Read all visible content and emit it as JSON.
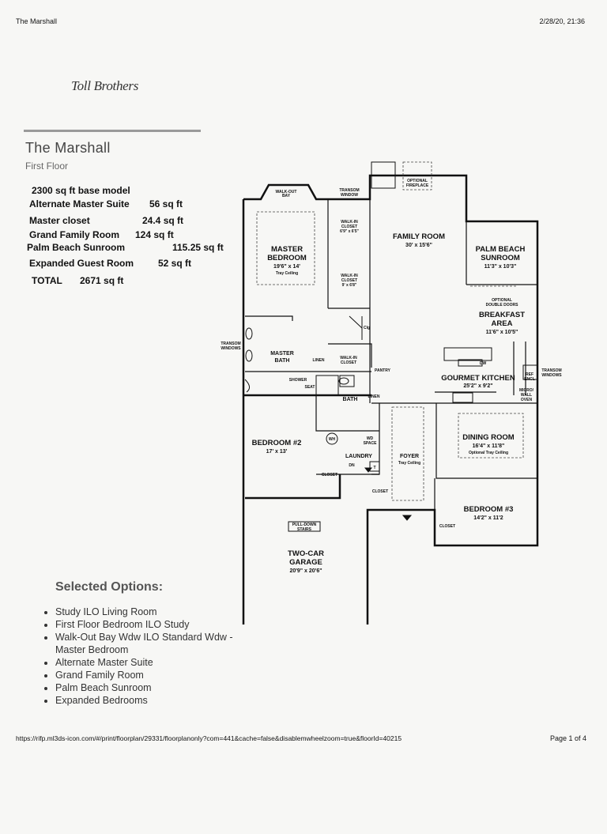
{
  "header": {
    "left": "The Marshall",
    "right": "2/28/20, 21:36"
  },
  "brand": "Toll Brothers",
  "title": "The Marshall",
  "subtitle": "First Floor",
  "specs": [
    {
      "name": "2300 sq ft base model",
      "value": ""
    },
    {
      "name": "Alternate Master Suite",
      "value": "56 sq ft"
    },
    {
      "name": "Master closet",
      "value": "24.4 sq ft"
    },
    {
      "name": "Grand Family Room",
      "value": "124 sq ft"
    },
    {
      "name": "Palm Beach Sunroom",
      "value": "115.25 sq ft"
    },
    {
      "name": "Expanded Guest Room",
      "value": "52 sq ft"
    },
    {
      "name": "TOTAL",
      "value": "2671 sq ft"
    }
  ],
  "options": {
    "title": "Selected Options:",
    "items": [
      "Study ILO Living Room",
      "First Floor Bedroom ILO Study",
      "Walk-Out Bay Wdw ILO Standard Wdw - Master Bedroom",
      "Alternate Master Suite",
      "Grand Family Room",
      "Palm Beach Sunroom",
      "Expanded Bedrooms"
    ]
  },
  "plan": {
    "master_bedroom": {
      "name1": "MASTER",
      "name2": "BEDROOM",
      "dims": "19'6\" x 14'",
      "note": "Tray Ceiling"
    },
    "family_room": {
      "name": "FAMILY ROOM",
      "dims": "30' x 15'6\""
    },
    "sunroom": {
      "name1": "PALM BEACH",
      "name2": "SUNROOM",
      "dims": "11'3\" x 10'3\""
    },
    "breakfast": {
      "name1": "BREAKFAST",
      "name2": "AREA",
      "dims": "11'6\" x 10'5\""
    },
    "kitchen": {
      "name": "GOURMET KITCHEN",
      "dims": "25'2\" x 9'2\""
    },
    "master_bath": {
      "name1": "MASTER",
      "name2": "BATH"
    },
    "bath": "BATH",
    "bedroom2": {
      "name": "BEDROOM #2",
      "dims": "17' x 13'"
    },
    "laundry": "LAUNDRY",
    "foyer": {
      "name": "FOYER",
      "note": "Tray Ceiling"
    },
    "dining": {
      "name": "DINING ROOM",
      "dims": "16'4\" x 11'8\"",
      "note": "Optional Tray Ceiling"
    },
    "bedroom3": {
      "name": "BEDROOM #3",
      "dims": "14'2\" x 11'2"
    },
    "garage": {
      "name1": "TWO-CAR",
      "name2": "GARAGE",
      "dims": "20'9\" x 20'6\""
    },
    "walkout_bay1": "WALK-OUT",
    "walkout_bay2": "BAY",
    "transom_top1": "TRANSOM",
    "transom_top2": "WINDOW",
    "walkin1_a": "WALK-IN",
    "walkin1_b": "CLOSET",
    "walkin1_dims": "6'9\" x 6'5\"",
    "walkin2_a": "WALK-IN",
    "walkin2_b": "CLOSET",
    "walkin2_dims": "9' x 6'8\"",
    "walkin3_a": "WALK-IN",
    "walkin3_b": "CLOSET",
    "transom_left1": "TRANSOM",
    "transom_left2": "WINDOWS",
    "transom_right1": "TRANSOM",
    "transom_right2": "WINDOWS",
    "linen1": "LINEN",
    "linen2": "LINEN",
    "pantry": "PANTRY",
    "shower": "SHOWER",
    "seat": "SEAT",
    "clg": "Clg",
    "closet_b2": "CLOSET",
    "closet_foyer": "CLOSET",
    "closet_b3": "CLOSET",
    "dw": "DW",
    "ref1": "REF",
    "ref2": "ENCL",
    "micro1": "MICRO/",
    "micro2": "WALL",
    "micro3": "OVEN",
    "wh": "WH",
    "wd1": "WD",
    "wd2": "SPACE",
    "dn": "DN",
    "t": "T",
    "pulldown1": "PULL-DOWN",
    "pulldown2": "STAIRS",
    "fireplace1": "OPTIONAL",
    "fireplace2": "FIREPLACE",
    "dbl1": "OPTIONAL",
    "dbl2": "DOUBLE DOORS"
  },
  "footer": {
    "url": "https://rifp.ml3ds-icon.com/#/print/floorplan/29331/floorplanonly?com=441&cache=false&disablemwheelzoom=true&floorId=40215",
    "page": "Page 1 of 4"
  }
}
